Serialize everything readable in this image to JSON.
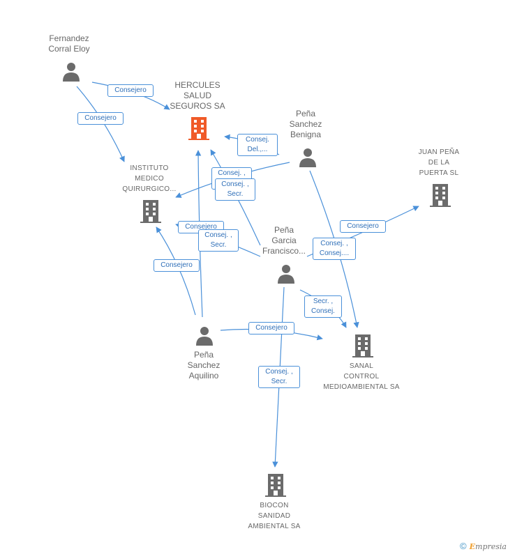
{
  "nodes": {
    "fernandez": {
      "label": "Fernandez\nCorral Eloy"
    },
    "hercules": {
      "label": "HERCULES\nSALUD\nSEGUROS SA"
    },
    "benigna": {
      "label": "Peña\nSanchez\nBenigna"
    },
    "juan_pena": {
      "label": "JUAN PEÑA\nDE LA\nPUERTA SL"
    },
    "instituto": {
      "label": "INSTITUTO\nMEDICO\nQUIRURGICO..."
    },
    "francisco": {
      "label": "Peña\nGarcia\nFrancisco..."
    },
    "aquilino": {
      "label": "Peña\nSanchez\nAquilino"
    },
    "sanal": {
      "label": "SANAL\nCONTROL\nMEDIOAMBIENTAL SA"
    },
    "biocon": {
      "label": "BIOCON\nSANIDAD\nAMBIENTAL SA"
    }
  },
  "edges": {
    "e1": "Consejero",
    "e2": "Consejero",
    "e3": "Consej.\nDel.,...",
    "e4": "Consej. ,\nSecr.",
    "e5": "Consej. ,\nSecr.",
    "e6": "Consejero",
    "e7": "Consejero",
    "e8": "Consej. ,\nSecr.",
    "e9": "Consej. ,\nConsej....",
    "e10": "Secr. ,\nConsej.",
    "e11": "Consejero",
    "e12": "Consejero",
    "e13": "Consej. ,\nSecr."
  },
  "footer": {
    "copyright": "©",
    "brand_e": "E",
    "brand_rest": "mpresia"
  },
  "colors": {
    "edge": "#4a90d9",
    "highlight": "#f05a28",
    "node": "#6b6b6b"
  }
}
